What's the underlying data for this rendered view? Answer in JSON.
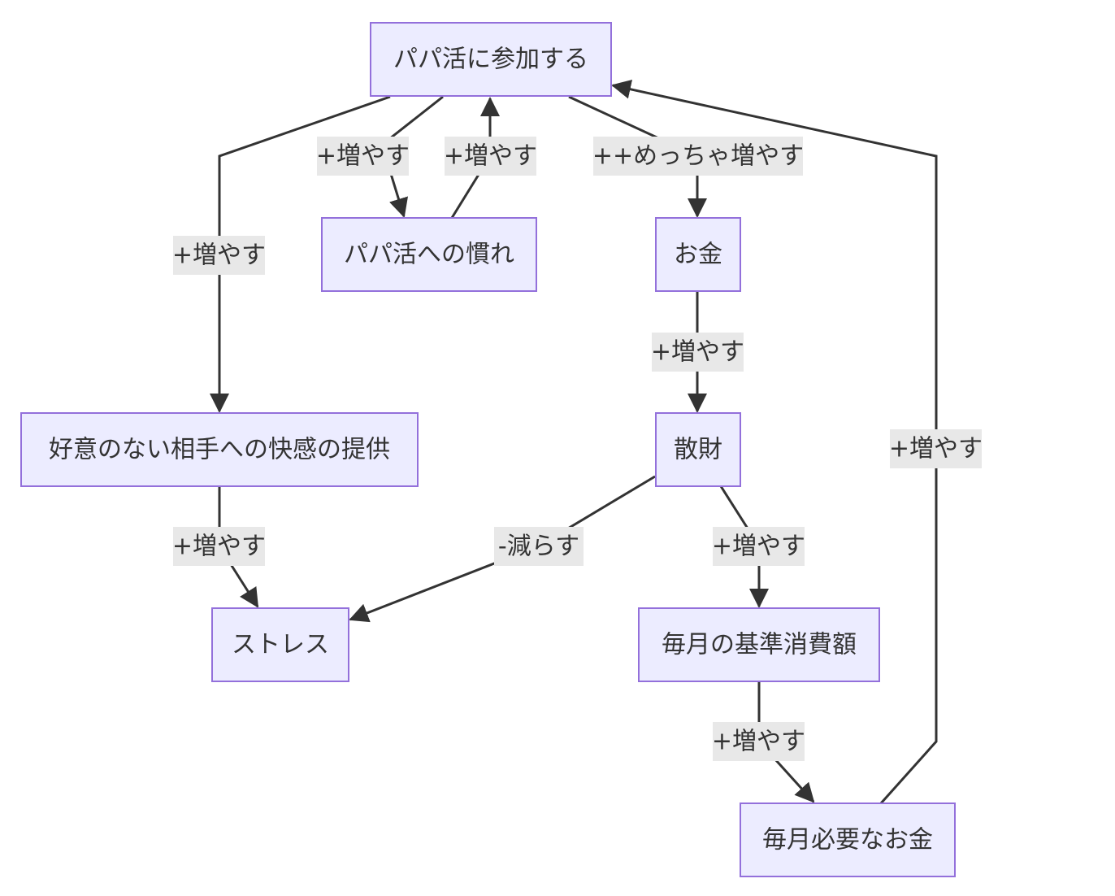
{
  "colors": {
    "node_fill": "#ececff",
    "node_stroke": "#9370db",
    "edge": "#333333",
    "label_bg": "#e8e8e8",
    "text": "#333333"
  },
  "nodes": {
    "papa": "パパ活に参加する",
    "nare": "パパ活への慣れ",
    "okane": "お金",
    "kokan": "好意のない相手への快感の提供",
    "sanzai": "散財",
    "stress": "ストレス",
    "kijun": "毎月の基準消費額",
    "hitsuyou": "毎月必要なお金"
  },
  "edges": {
    "papa_to_kokan": "+増やす",
    "papa_to_nare": "+増やす",
    "nare_to_papa": "+増やす",
    "papa_to_okane": "++めっちゃ増やす",
    "okane_to_sanzai": "+増やす",
    "kokan_to_stress": "+増やす",
    "sanzai_to_stress": "-減らす",
    "sanzai_to_kijun": "+増やす",
    "kijun_to_hitsuyou": "+増やす",
    "hitsuyou_to_papa": "+増やす"
  }
}
